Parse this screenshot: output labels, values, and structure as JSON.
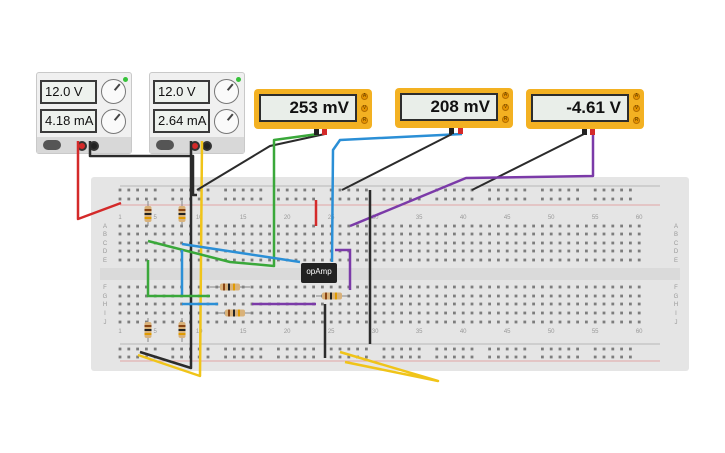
{
  "power_supplies": [
    {
      "voltage": "12.0 V",
      "current": "4.18 mA"
    },
    {
      "voltage": "12.0 V",
      "current": "2.64 mA"
    }
  ],
  "multimeters": [
    {
      "reading": "253 mV"
    },
    {
      "reading": "208 mV"
    },
    {
      "reading": "-4.61 V"
    }
  ],
  "multimeter_buttons": [
    "A",
    "V",
    "R"
  ],
  "chip": {
    "label": "opAmp"
  },
  "breadboard": {
    "column_numbers": [
      "1",
      "5",
      "10",
      "15",
      "20",
      "25",
      "30",
      "35",
      "40",
      "45",
      "50",
      "55",
      "60"
    ],
    "row_letters_top": [
      "A",
      "B",
      "C",
      "D",
      "E"
    ],
    "row_letters_bottom": [
      "F",
      "G",
      "H",
      "I",
      "J"
    ]
  },
  "colors": {
    "wire_red": "#d42a2a",
    "wire_black": "#2b2b2b",
    "wire_green": "#3aa83a",
    "wire_blue": "#2b8fd6",
    "wire_purple": "#7b3aa8",
    "wire_yellow": "#f0c419",
    "meter_body": "#f3b122"
  }
}
